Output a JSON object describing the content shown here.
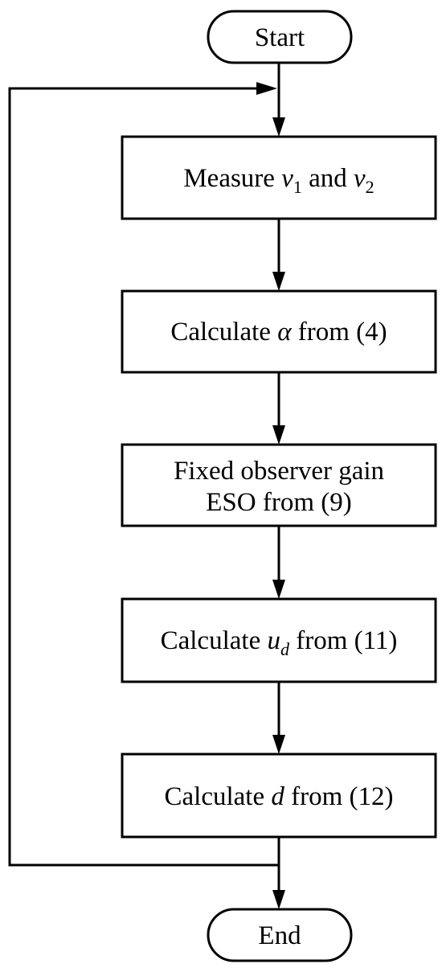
{
  "flowchart": {
    "start": "Start",
    "end": "End",
    "steps": [
      {
        "parts": [
          {
            "text": "Measure "
          },
          {
            "text": "v",
            "italic": true
          },
          {
            "text": "1",
            "sub": true
          },
          {
            "text": " and "
          },
          {
            "text": "v",
            "italic": true
          },
          {
            "text": "2",
            "sub": true
          }
        ]
      },
      {
        "parts": [
          {
            "text": "Calculate "
          },
          {
            "text": "α",
            "italic": true
          },
          {
            "text": " from (4)"
          }
        ]
      },
      {
        "lines": [
          "Fixed observer gain",
          "ESO from (9)"
        ]
      },
      {
        "parts": [
          {
            "text": "Calculate "
          },
          {
            "text": "u",
            "italic": true
          },
          {
            "text": "d",
            "italic": true,
            "sub": true
          },
          {
            "text": " from (11)"
          }
        ]
      },
      {
        "parts": [
          {
            "text": "Calculate "
          },
          {
            "text": "d",
            "italic": true
          },
          {
            "text": " from (12)"
          }
        ]
      }
    ]
  }
}
